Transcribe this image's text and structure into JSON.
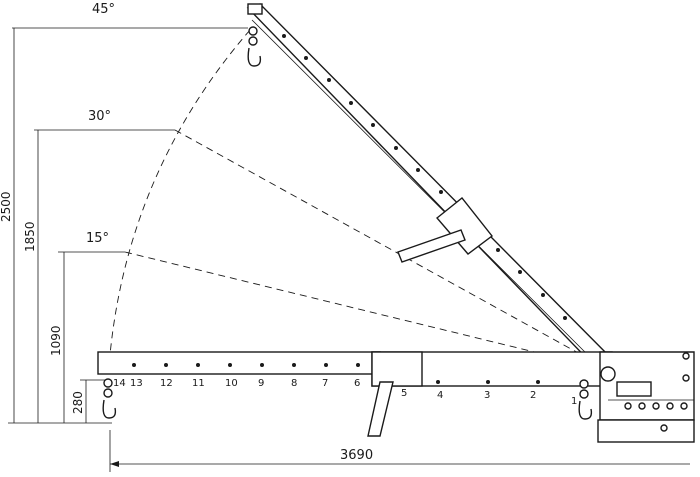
{
  "angles": {
    "a45": "45°",
    "a30": "30°",
    "a15": "15°"
  },
  "heights": {
    "h2500": "2500",
    "h1850": "1850",
    "h1090": "1090",
    "h280": "280"
  },
  "length": "3690",
  "positions": [
    "14",
    "13",
    "12",
    "11",
    "10",
    "9",
    "8",
    "7",
    "6",
    "5",
    "4",
    "3",
    "2",
    "1"
  ]
}
